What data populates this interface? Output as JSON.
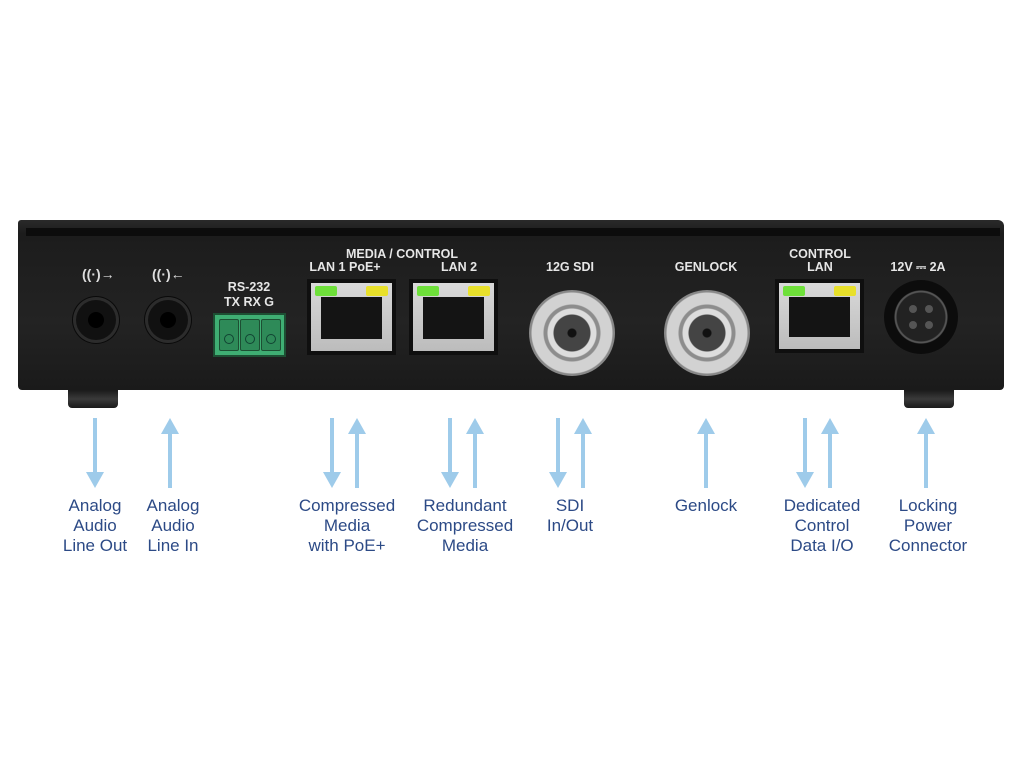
{
  "device_labels": {
    "audio_out_icon": "audio-out-icon",
    "audio_in_icon": "audio-in-icon",
    "rs232": "RS-232",
    "rs232_pins": "TX RX G",
    "media_control": "MEDIA / CONTROL",
    "lan1": "LAN 1  PoE+",
    "lan2": "LAN 2",
    "sdi": "12G  SDI",
    "genlock": "GENLOCK",
    "control_lan_1": "CONTROL",
    "control_lan_2": "LAN",
    "power": "12V ⎓ 2A"
  },
  "captions": [
    {
      "lines": [
        "Analog",
        "Audio",
        "Line Out"
      ],
      "arrows": "down"
    },
    {
      "lines": [
        "Analog",
        "Audio",
        "Line In"
      ],
      "arrows": "up"
    },
    {
      "lines": [
        "Compressed",
        "Media",
        "with PoE+"
      ],
      "arrows": "both"
    },
    {
      "lines": [
        "Redundant",
        "Compressed",
        "Media"
      ],
      "arrows": "both"
    },
    {
      "lines": [
        "SDI",
        "In/Out"
      ],
      "arrows": "both"
    },
    {
      "lines": [
        "Genlock"
      ],
      "arrows": "up"
    },
    {
      "lines": [
        "Dedicated",
        "Control",
        "Data I/O"
      ],
      "arrows": "both"
    },
    {
      "lines": [
        "Locking",
        "Power",
        "Connector"
      ],
      "arrows": "up"
    }
  ],
  "colors": {
    "arrow": "#9ecbea",
    "caption": "#2c4a86",
    "terminal": "#3fae73"
  }
}
